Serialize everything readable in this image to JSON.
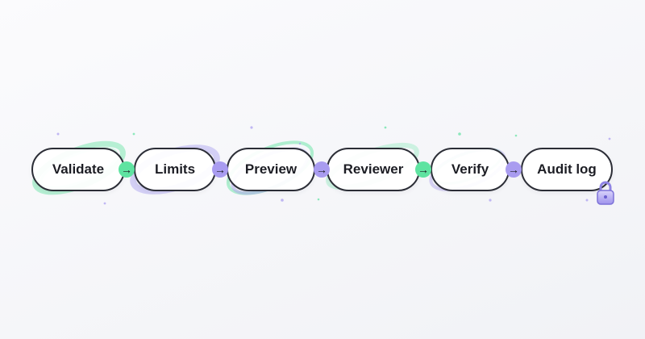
{
  "pipeline": {
    "steps": [
      {
        "label": "Validate"
      },
      {
        "label": "Limits"
      },
      {
        "label": "Preview"
      },
      {
        "label": "Reviewer"
      },
      {
        "label": "Verify"
      },
      {
        "label": "Audit log"
      }
    ],
    "arrows": [
      {
        "glyph": "→",
        "color": "#5fe3a1"
      },
      {
        "glyph": "→",
        "color": "#a99cf0"
      },
      {
        "glyph": "→",
        "color": "#a99cf0"
      },
      {
        "glyph": "→",
        "color": "#5fe3a1"
      },
      {
        "glyph": "→",
        "color": "#a99cf0"
      }
    ],
    "accent_green": "#5fe3a1",
    "accent_purple": "#a99cf0",
    "lock_icon": "padlock-icon"
  }
}
